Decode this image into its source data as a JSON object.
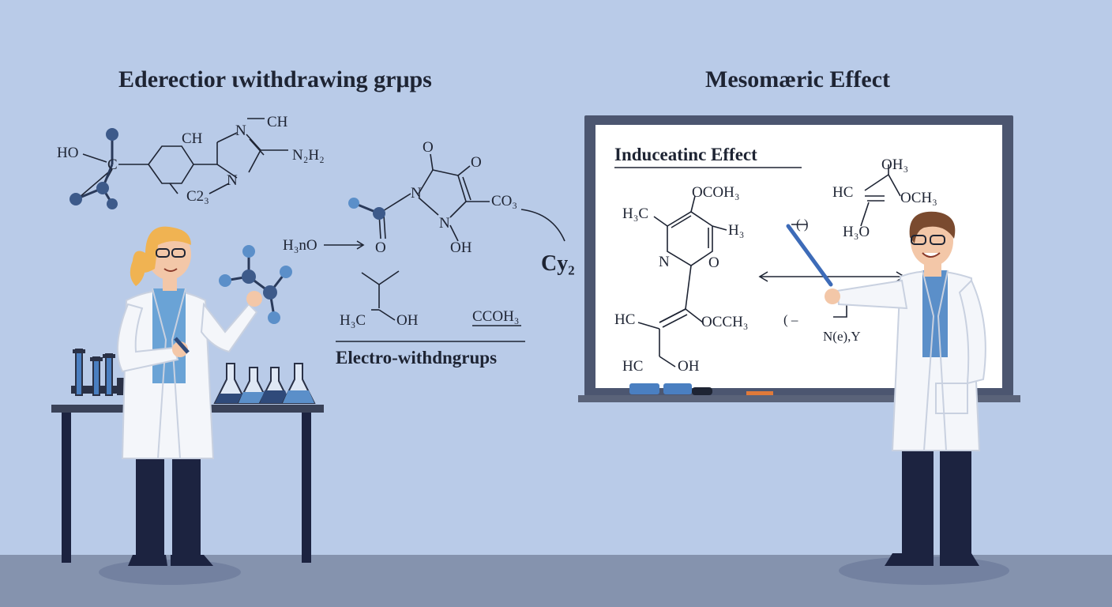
{
  "titles": {
    "left": "Ederectior ɩwithdrawing grμps",
    "right": "Mesomæric Effect"
  },
  "left_chem": {
    "mol1": {
      "ho": "HO",
      "c": "C",
      "ch": "CH",
      "n1": "N",
      "ch2": "CH",
      "nh2": "N₂H₂",
      "n2": "N",
      "c23": "C2₃"
    },
    "mol2": {
      "o1": "O",
      "o2": "O",
      "n": "N",
      "n2": "N",
      "co3": "CO₃",
      "oh": "OH",
      "o3": "O"
    },
    "h3no": "H₃nO",
    "cy2": "Cy₂",
    "mol3": {
      "h3c": "H₃C",
      "oh": "OH"
    },
    "ccoh3": "CCOH₃",
    "caption": "Electro-withdngrups"
  },
  "board": {
    "heading": "Induceatinc Effect",
    "ring": {
      "ocoh3": "OCOH₃",
      "h3c": "H₃C",
      "h3": "H₃",
      "n": "N",
      "o": "O",
      "hc": "HC",
      "occh3": "OCCH₃",
      "hc2": "HC",
      "oh": "OH"
    },
    "right_mol": {
      "oh3": "OH₃",
      "hc": "HC",
      "och3": "OCH₃",
      "h3o": "H₃O"
    },
    "small": {
      "paren": "(  )",
      "paren2": "( ‒",
      "ney": "N(e),Y"
    }
  },
  "colors": {
    "background": "#b9cbe8",
    "floor": "#8593ae",
    "atom": "#3d5a8a",
    "atom_light": "#5b8fc9",
    "board_frame": "#4c5670",
    "coat": "#f4f6fa",
    "pants": "#1c2340"
  }
}
